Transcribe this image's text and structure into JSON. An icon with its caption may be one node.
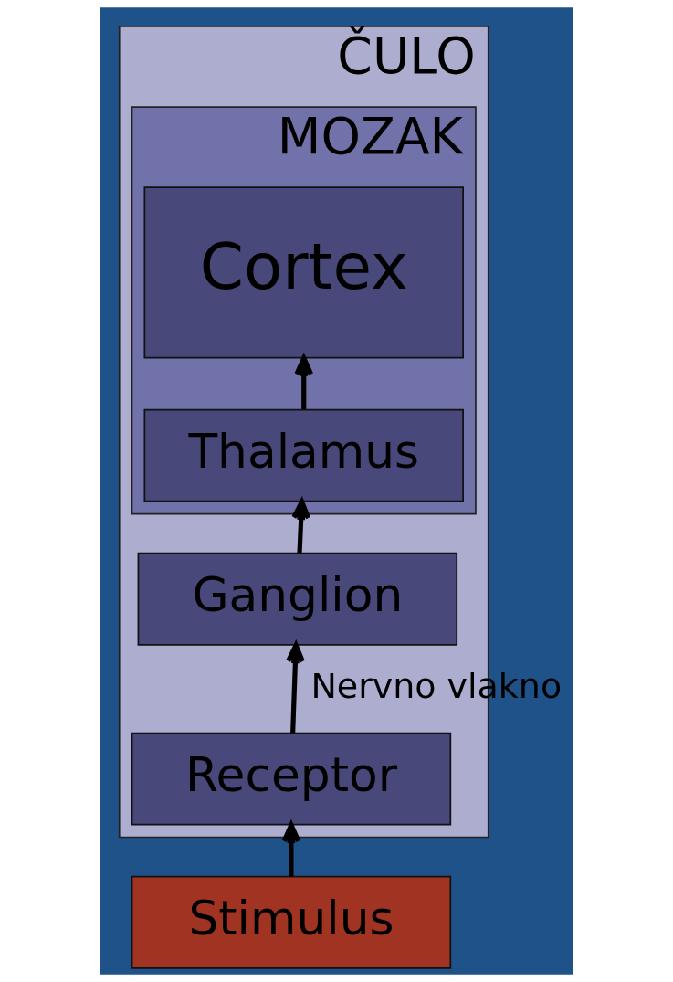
{
  "diagram": {
    "nodes": [
      {
        "text": [
          "ČULO"
        ]
      },
      {
        "text": [
          "MOZAK"
        ],
        "in": 0
      },
      {
        "text": [
          "Cortex"
        ],
        "in": 1
      },
      {
        "text": [
          "Thalamus"
        ],
        "in": 1
      },
      {
        "text": [
          "Ganglion"
        ],
        "in": 0
      },
      {
        "text": [
          "Receptor"
        ],
        "in": 0
      },
      {
        "text": [
          "Stimulus"
        ]
      }
    ],
    "edges": [
      {
        "from": 3,
        "to": 2,
        "arrow": "to"
      },
      {
        "from": 4,
        "to": 3,
        "arrow": "to"
      },
      {
        "from": 5,
        "to": 4,
        "arrow": "to",
        "label": "Nervno vlakno"
      },
      {
        "from": 6,
        "to": 5,
        "arrow": "to"
      }
    ]
  }
}
